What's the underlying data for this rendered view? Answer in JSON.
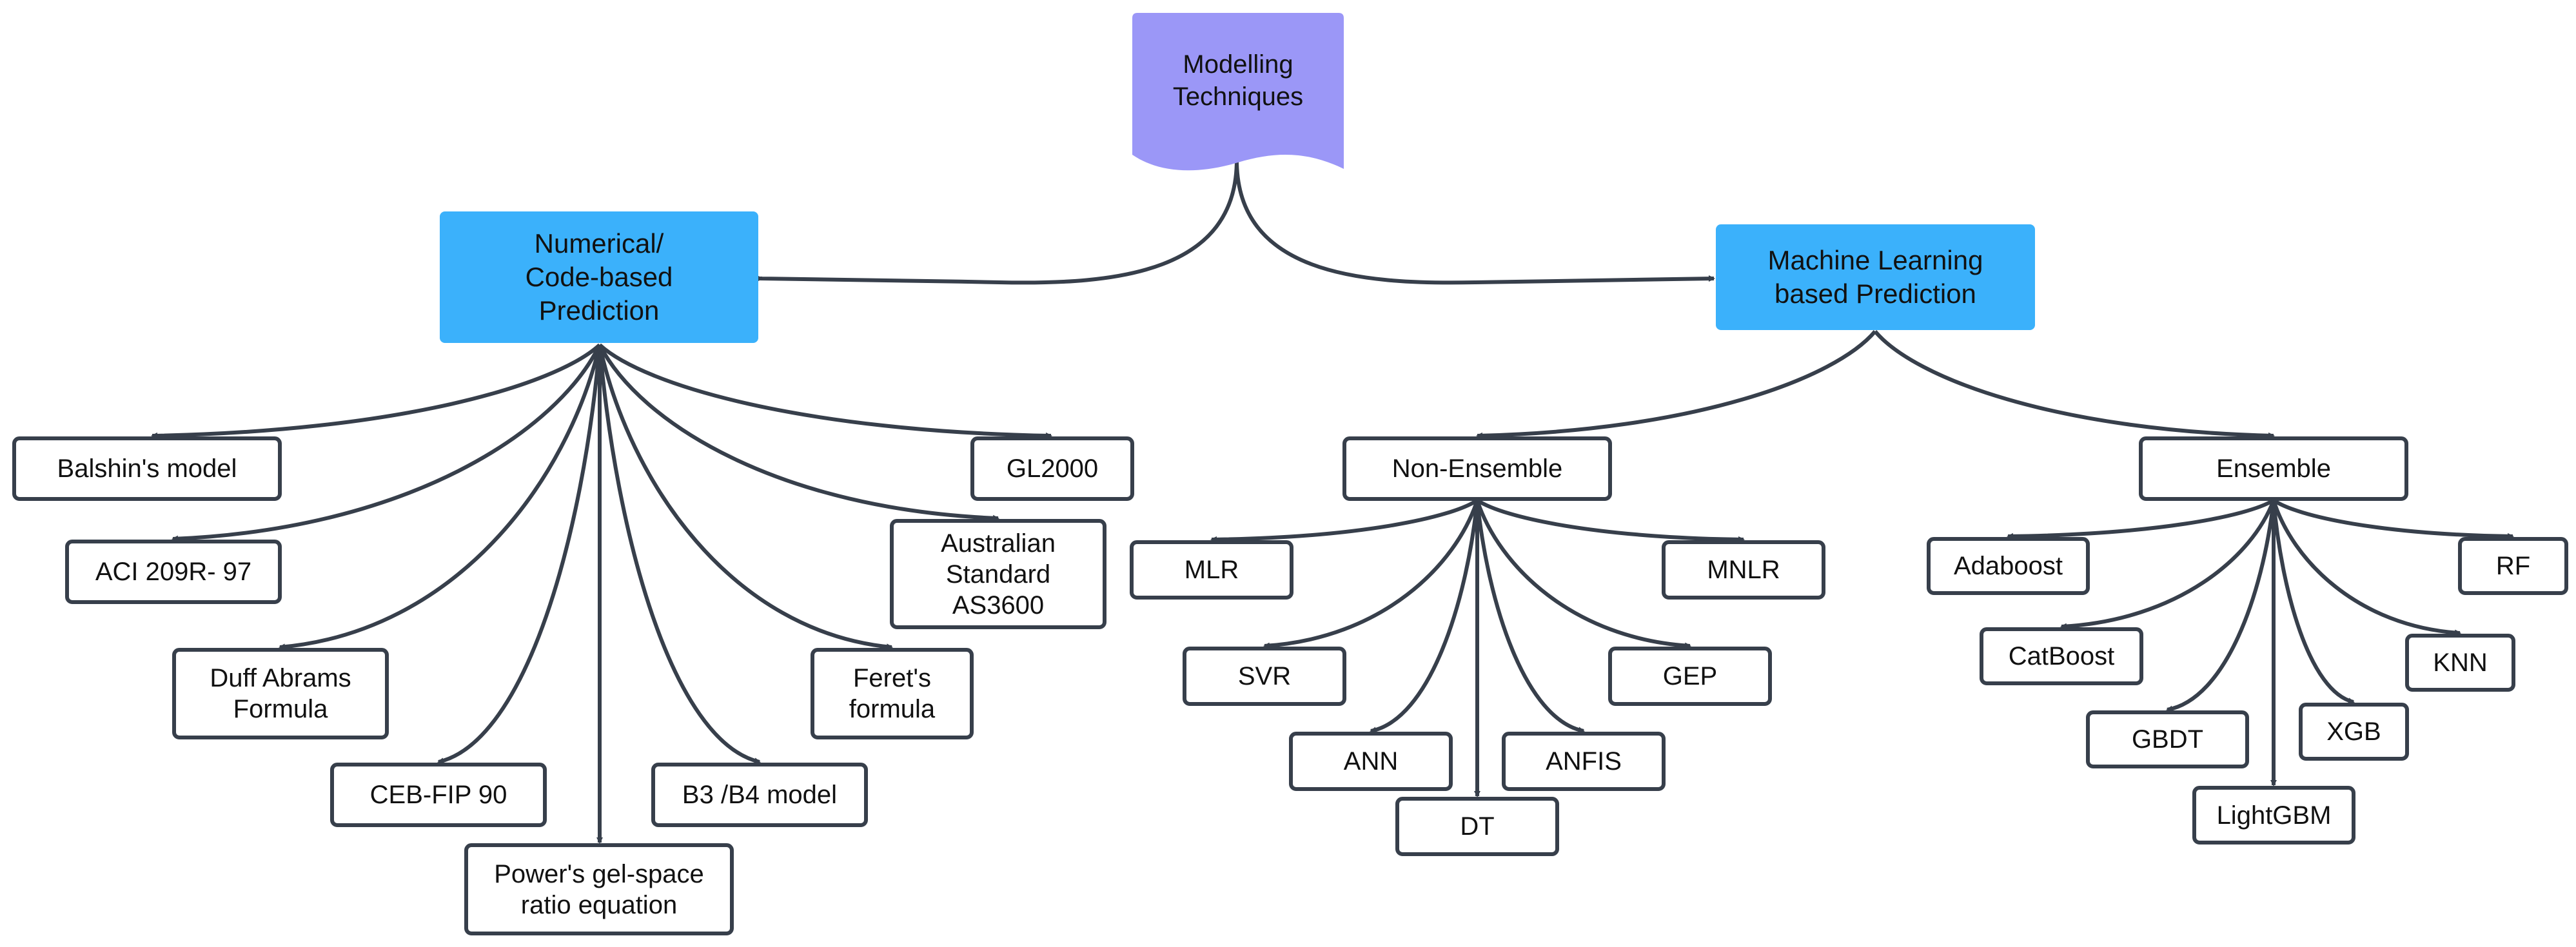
{
  "colors": {
    "root_fill": "#9b97f7",
    "main_fill": "#3bb1fb",
    "box_fill": "#ffffff",
    "stroke": "#373f4b",
    "text": "#111111"
  },
  "root": {
    "label": "Modelling\nTechniques"
  },
  "numerical": {
    "label": "Numerical/\nCode-based\nPrediction",
    "children": {
      "balshin": "Balshin's model",
      "aci": "ACI 209R- 97",
      "duff": "Duff Abrams\nFormula",
      "ceb": "CEB-FIP 90",
      "powers": "Power's gel-space\nratio equation",
      "b3b4": "B3 /B4 model",
      "feret": "Feret's\nformula",
      "australian": "Australian\nStandard\nAS3600",
      "gl2000": "GL2000"
    }
  },
  "ml": {
    "label": "Machine Learning\nbased Prediction",
    "non_ensemble": {
      "label": "Non-Ensemble",
      "children": {
        "mlr": "MLR",
        "svr": "SVR",
        "ann": "ANN",
        "dt": "DT",
        "anfis": "ANFIS",
        "gep": "GEP",
        "mnlr": "MNLR"
      }
    },
    "ensemble": {
      "label": "Ensemble",
      "children": {
        "adaboost": "Adaboost",
        "catboost": "CatBoost",
        "gbdt": "GBDT",
        "lightgbm": "LightGBM",
        "xgb": "XGB",
        "knn": "KNN",
        "rf": "RF"
      }
    }
  }
}
